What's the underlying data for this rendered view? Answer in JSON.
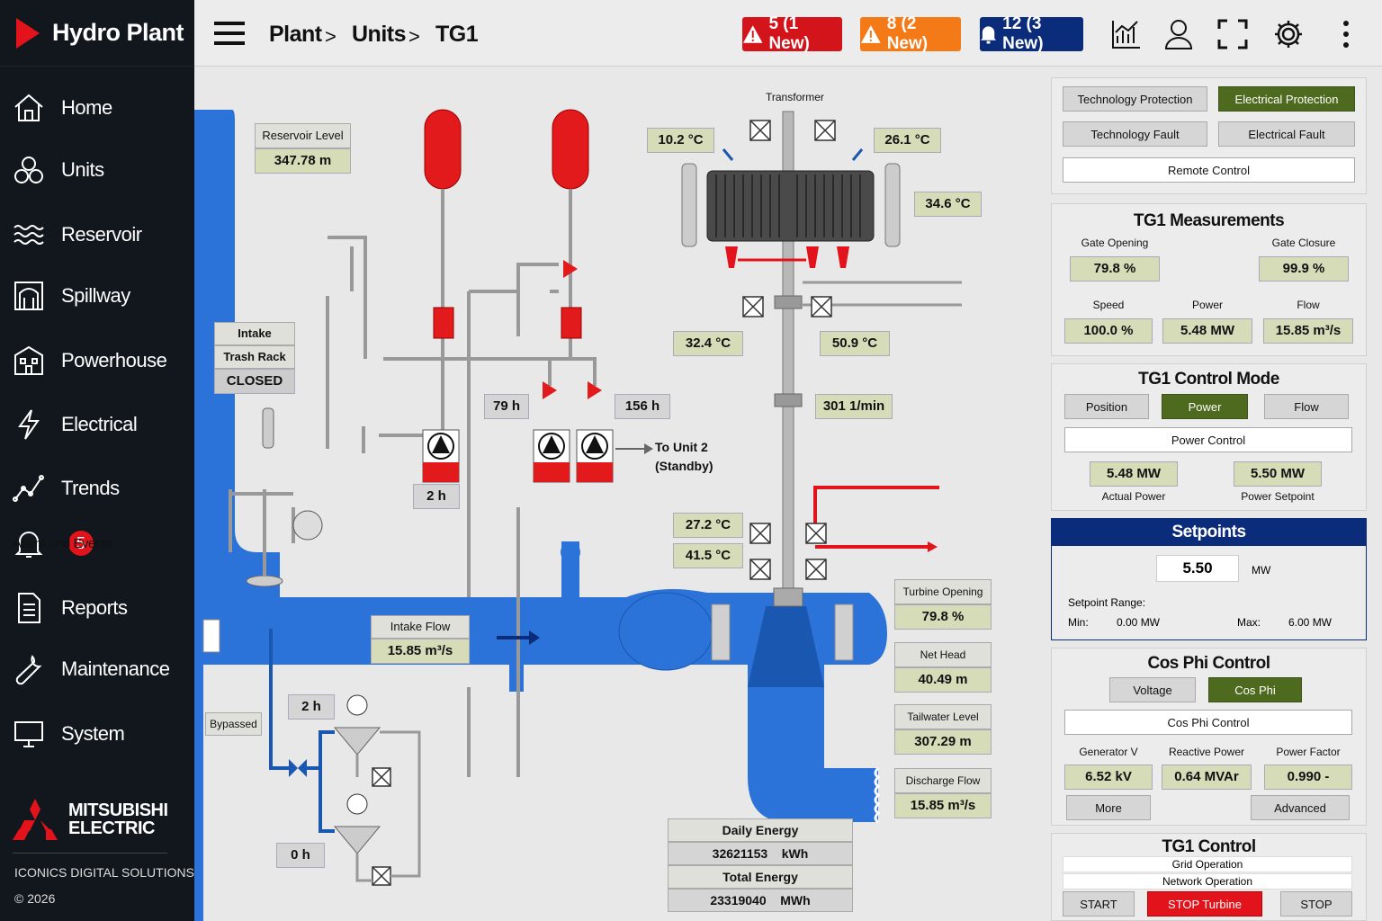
{
  "app": {
    "title": "Hydro Plant"
  },
  "breadcrumb": [
    "Plant",
    "Units",
    "TG1"
  ],
  "alarms": {
    "red": "5 (1 New)",
    "orange": "8 (2 New)",
    "blue": "12 (3 New)"
  },
  "colors": {
    "sidebar": "#11171d",
    "accent_red": "#e3131b",
    "water": "#2b73d8",
    "green_button": "#4d6a1f",
    "value_bg": "#d7dcb8",
    "navy": "#0b2c7a"
  },
  "sidebar": {
    "items": [
      {
        "label": "Home",
        "icon": "home-icon"
      },
      {
        "label": "Units",
        "icon": "units-icon"
      },
      {
        "label": "Reservoir",
        "icon": "reservoir-icon"
      },
      {
        "label": "Spillway",
        "icon": "spillway-icon"
      },
      {
        "label": "Powerhouse",
        "icon": "powerhouse-icon"
      },
      {
        "label": "Electrical",
        "icon": "lightning-icon"
      },
      {
        "label": "Trends",
        "icon": "trends-icon"
      },
      {
        "label": "Alarm and Events",
        "icon": "bell-icon",
        "badge": "5"
      },
      {
        "label": "Reports",
        "icon": "document-icon"
      },
      {
        "label": "Maintenance",
        "icon": "wrench-icon"
      },
      {
        "label": "System",
        "icon": "monitor-icon"
      }
    ],
    "logo_line1": "MITSUBISHI",
    "logo_line2": "ELECTRIC",
    "footer1": "ICONICS DIGITAL SOLUTIONS",
    "footer2": "© 2026"
  },
  "diagram": {
    "reservoir_level_label": "Reservoir Level",
    "reservoir_level_value": "347.78 m",
    "intake_label1": "Intake",
    "intake_label2": "Trash Rack",
    "intake_state": "CLOSED",
    "transformer_label": "Transformer",
    "temp1": "10.2 °C",
    "temp2": "26.1 °C",
    "temp3": "34.6 °C",
    "temp4": "32.4 °C",
    "temp5": "50.9 °C",
    "temp6": "27.2 °C",
    "temp7": "41.5 °C",
    "hours1": "79 h",
    "hours2": "156 h",
    "hours3": "2 h",
    "hours4": "2 h",
    "hours5": "0 h",
    "speed_rpm": "301 1/min",
    "to_unit2_line1": "To Unit 2",
    "to_unit2_line2": "(Standby)",
    "intake_flow_label": "Intake Flow",
    "intake_flow_value": "15.85 m³/s",
    "bypassed_label": "Bypassed",
    "turbine_opening_label": "Turbine Opening",
    "turbine_opening_value": "79.8 %",
    "net_head_label": "Net Head",
    "net_head_value": "40.49 m",
    "tailwater_label": "Tailwater Level",
    "tailwater_value": "307.29 m",
    "discharge_label": "Discharge Flow",
    "discharge_value": "15.85 m³/s",
    "daily_energy_label": "Daily Energy",
    "daily_energy_value": "32621153",
    "daily_energy_unit": "kWh",
    "total_energy_label": "Total Energy",
    "total_energy_value": "23319040",
    "total_energy_unit": "MWh"
  },
  "protection": {
    "tech_protection": "Technology Protection",
    "elec_protection": "Electrical Protection",
    "tech_fault": "Technology Fault",
    "elec_fault": "Electrical Fault",
    "remote_control": "Remote Control"
  },
  "measurements": {
    "title": "TG1 Measurements",
    "gate_opening_label": "Gate Opening",
    "gate_opening_value": "79.8 %",
    "gate_closure_label": "Gate Closure",
    "gate_closure_value": "99.9 %",
    "speed_label": "Speed",
    "speed_value": "100.0 %",
    "power_label": "Power",
    "power_value": "5.48 MW",
    "flow_label": "Flow",
    "flow_value": "15.85 m³/s"
  },
  "control_mode": {
    "title": "TG1 Control Mode",
    "position": "Position",
    "power": "Power",
    "flow": "Flow",
    "mode_label": "Power Control",
    "actual_value": "5.48 MW",
    "actual_label": "Actual Power",
    "setpoint_value": "5.50 MW",
    "setpoint_label": "Power Setpoint"
  },
  "setpoints": {
    "title": "Setpoints",
    "value": "5.50",
    "unit": "MW",
    "range_label": "Setpoint Range:",
    "min_label": "Min:",
    "min_value": "0.00 MW",
    "max_label": "Max:",
    "max_value": "6.00 MW"
  },
  "cosphi": {
    "title": "Cos Phi Control",
    "voltage": "Voltage",
    "cosphi": "Cos Phi",
    "mode_label": "Cos Phi Control",
    "gen_v_label": "Generator V",
    "gen_v_value": "6.52 kV",
    "reactive_label": "Reactive Power",
    "reactive_value": "0.64 MVAr",
    "pf_label": "Power Factor",
    "pf_value": "0.990 -",
    "more": "More",
    "advanced": "Advanced"
  },
  "tg1_control": {
    "title": "TG1 Control",
    "grid_op": "Grid Operation",
    "network_op": "Network Operation",
    "start": "START",
    "stop_turbine": "STOP Turbine",
    "stop": "STOP"
  }
}
